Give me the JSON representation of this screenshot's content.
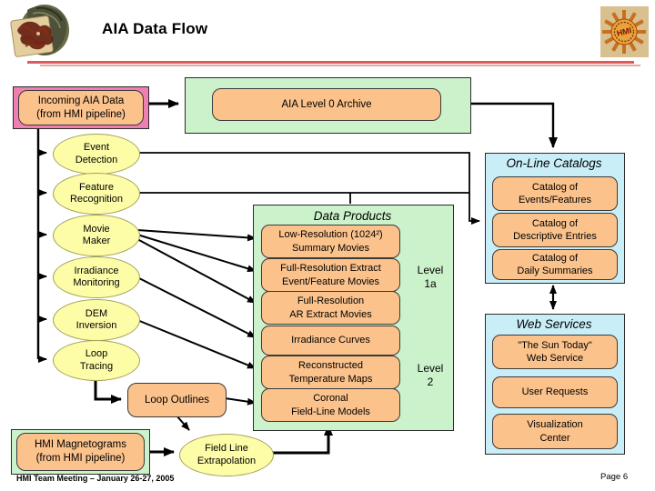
{
  "slide": {
    "title": "AIA Data Flow",
    "footer_left": "HMI Team Meeting – January 26-27, 2005",
    "footer_right": "Page 6"
  },
  "colors": {
    "salmon": "#fbc28c",
    "pink": "#ee7fb0",
    "green": "#ccf2cb",
    "blue": "#c9eef8",
    "yellow": "#fdfda8",
    "rule_red": "#dc5a5a",
    "rule_red_light": "#f0a2a2"
  },
  "logos": {
    "hmi_text": "HMI"
  },
  "nodes": {
    "incoming": "Incoming AIA Data\n(from HMI pipeline)",
    "archive": "AIA Level 0 Archive",
    "event_detection": "Event\nDetection",
    "feature_recognition": "Feature\nRecognition",
    "movie_maker": "Movie\nMaker",
    "irradiance_monitoring": "Irradiance\nMonitoring",
    "dem_inversion": "DEM\nInversion",
    "loop_tracing": "Loop\nTracing",
    "loop_outlines": "Loop Outlines",
    "hmi_magnetograms": "HMI Magnetograms\n(from HMI pipeline)",
    "field_line_extrapolation": "Field Line\nExtrapolation"
  },
  "data_products": {
    "title": "Data Products",
    "items": [
      "Low-Resolution (1024²)\nSummary Movies",
      "Full-Resolution Extract\nEvent/Feature Movies",
      "Full-Resolution\nAR Extract Movies",
      "Irradiance Curves",
      "Reconstructed\nTemperature Maps",
      "Coronal\nField-Line Models"
    ],
    "levels": [
      "Level\n1a",
      "Level\n2"
    ]
  },
  "online_catalogs": {
    "title": "On-Line Catalogs",
    "items": [
      "Catalog of\nEvents/Features",
      "Catalog of\nDescriptive Entries",
      "Catalog of\nDaily Summaries"
    ]
  },
  "web_services": {
    "title": "Web Services",
    "items": [
      "\"The Sun Today\"\nWeb Service",
      "User Requests",
      "Visualization\nCenter"
    ]
  }
}
